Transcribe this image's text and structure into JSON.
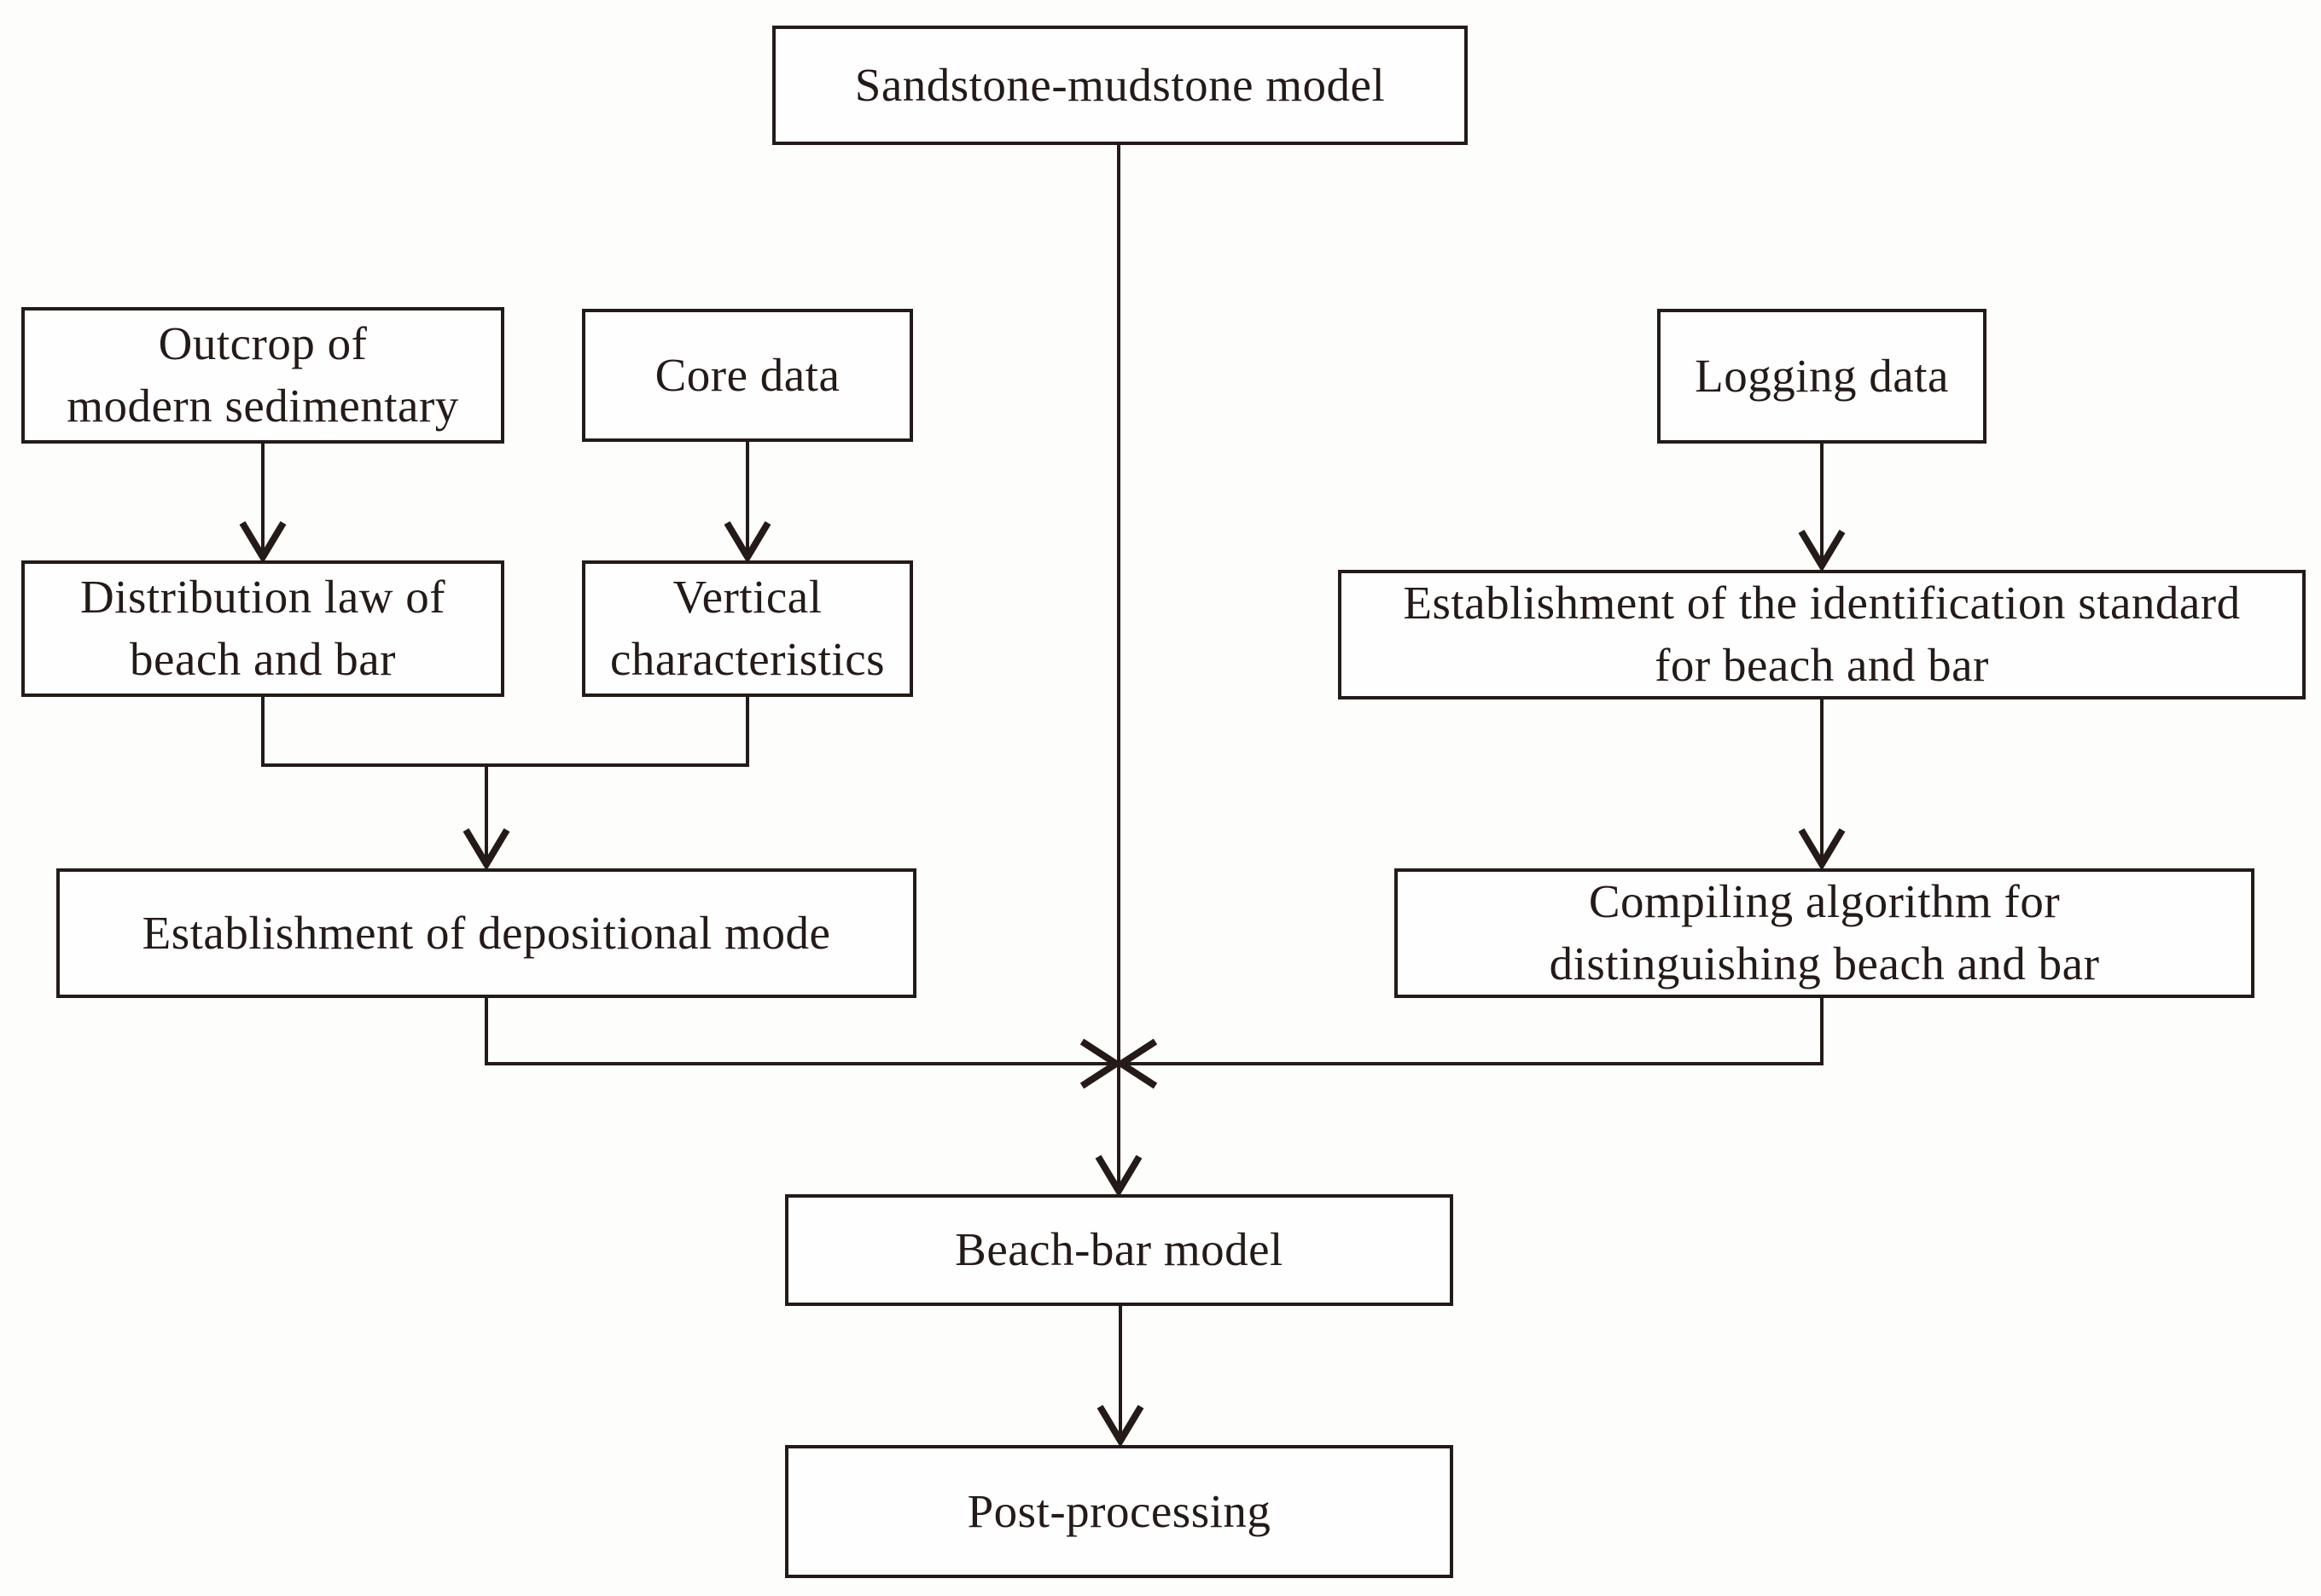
{
  "diagram": {
    "type": "flowchart",
    "colors": {
      "line": "#241b18",
      "box_border": "#241b18",
      "box_background": "#fefefe",
      "page_background": "#fdfdfc"
    }
  },
  "boxes": {
    "sandstone_mudstone_model": "Sandstone-mudstone model",
    "outcrop": "Outcrop of\nmodern sedimentary",
    "core_data": "Core data",
    "logging_data": "Logging data",
    "distribution_law": "Distribution law of\nbeach and bar",
    "vertical_characteristics": "Vertical\ncharacteristics",
    "identification_standard": "Establishment of the identification standard\nfor beach and bar",
    "depositional_mode": "Establishment of depositional mode",
    "compiling_algorithm": "Compiling algorithm for\ndistinguishing beach and bar",
    "beach_bar_model": "Beach-bar model",
    "post_processing": "Post-processing"
  },
  "edges": [
    {
      "from": "sandstone_mudstone_model",
      "to": "beach_bar_model"
    },
    {
      "from": "outcrop",
      "to": "distribution_law"
    },
    {
      "from": "core_data",
      "to": "vertical_characteristics"
    },
    {
      "from": "logging_data",
      "to": "identification_standard"
    },
    {
      "from": "distribution_law",
      "to": "depositional_mode"
    },
    {
      "from": "vertical_characteristics",
      "to": "depositional_mode"
    },
    {
      "from": "identification_standard",
      "to": "compiling_algorithm"
    },
    {
      "from": "depositional_mode",
      "to": "beach_bar_model"
    },
    {
      "from": "compiling_algorithm",
      "to": "beach_bar_model"
    },
    {
      "from": "beach_bar_model",
      "to": "post_processing"
    }
  ]
}
